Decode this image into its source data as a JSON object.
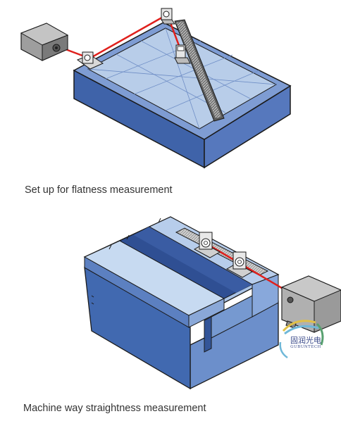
{
  "figures": [
    {
      "caption": "Set up for flatness measurement"
    },
    {
      "caption": "Machine way straightness measurement"
    }
  ],
  "watermark": {
    "text": "固润光电",
    "subtext": "GUBUNTECH"
  },
  "colors": {
    "laser_beam": "#e0201c",
    "block_top": "#b9cde9",
    "block_side": "#4a6fb6",
    "block_front": "#3a5ea5",
    "outline": "#1a1a1a",
    "laser_housing": "#9a9a9a"
  }
}
